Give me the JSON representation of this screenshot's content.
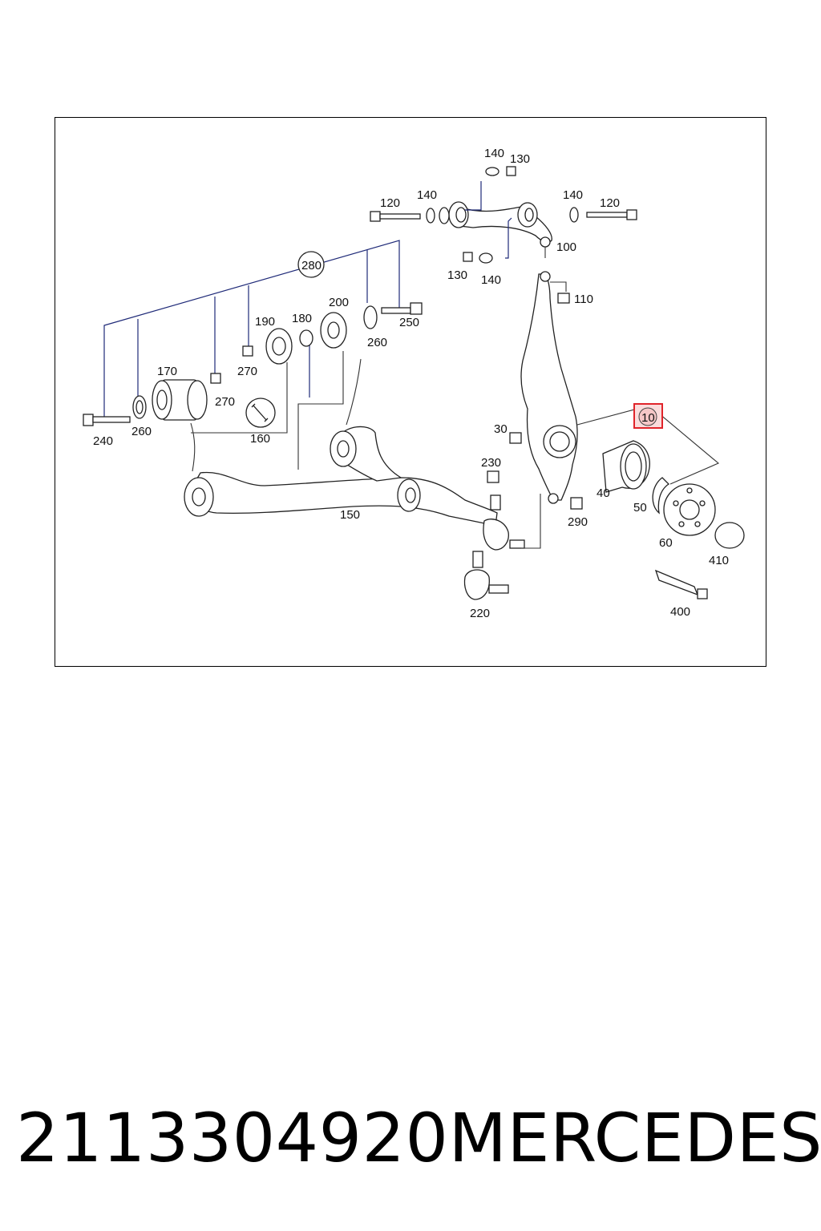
{
  "diagram": {
    "labels": {
      "l10": "10",
      "l30": "30",
      "l40": "40",
      "l50": "50",
      "l60": "60",
      "l100": "100",
      "l110": "110",
      "l120a": "120",
      "l120b": "120",
      "l130a": "130",
      "l130b": "130",
      "l140a": "140",
      "l140b": "140",
      "l140c": "140",
      "l140d": "140",
      "l150": "150",
      "l160": "160",
      "l170": "170",
      "l180": "180",
      "l190": "190",
      "l200": "200",
      "l220": "220",
      "l230": "230",
      "l240": "240",
      "l250": "250",
      "l260a": "260",
      "l260b": "260",
      "l270a": "270",
      "l270b": "270",
      "l280": "280",
      "l290": "290",
      "l400": "400",
      "l410": "410"
    },
    "highlight_color": "#e0242a"
  },
  "footer": {
    "part_number": "2113304920",
    "brand": "MERCEDES"
  }
}
